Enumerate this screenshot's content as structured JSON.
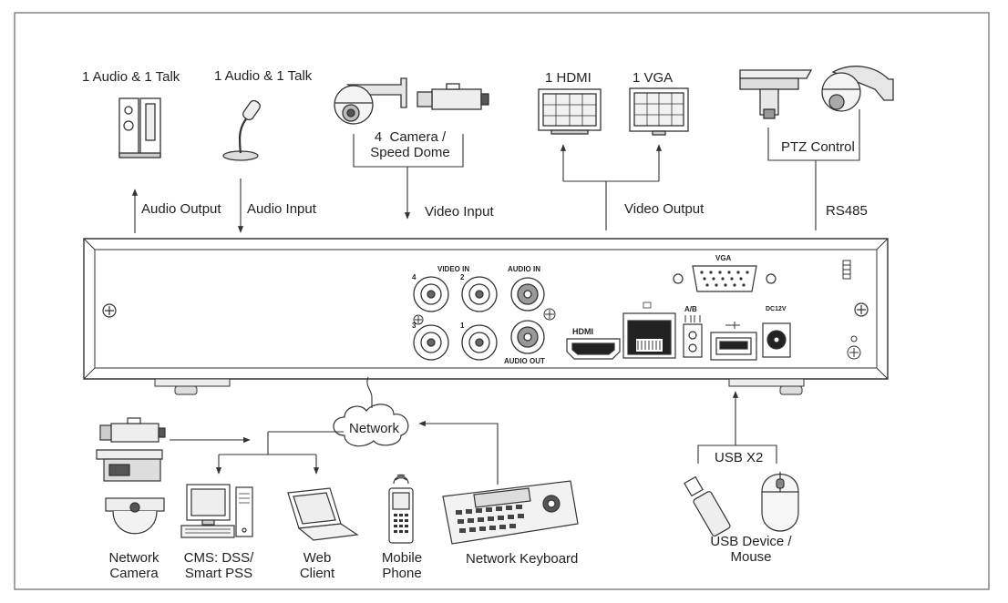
{
  "top": {
    "audio_output_device": "1 Audio  & 1 Talk",
    "audio_input_device": "1 Audio & 1 Talk",
    "camera_label": "4  Camera /\nSpeed Dome",
    "hdmi_label": "1 HDMI",
    "vga_label": "1 VGA",
    "ptz_label": "PTZ Control",
    "audio_output": "Audio  Output",
    "audio_input": "Audio  Input",
    "video_input": "Video Input",
    "video_output": "Video Output",
    "rs485": "RS485"
  },
  "panel": {
    "video_in": "VIDEO IN",
    "audio_in": "AUDIO IN",
    "audio_out": "AUDIO OUT",
    "hdmi": "HDMI",
    "vga": "VGA",
    "ab": "A/B",
    "dc": "DC12V",
    "bnc_numbers": [
      "4",
      "2",
      "3",
      "1"
    ]
  },
  "bottom": {
    "network": "Network",
    "network_camera": "Network\nCamera",
    "cms": "CMS: DSS/\nSmart PSS",
    "web_client": "Web\nClient",
    "mobile_phone": "Mobile\nPhone",
    "network_keyboard": "Network Keyboard",
    "usb_x2": "USB X2",
    "usb_device": "USB Device /\nMouse"
  }
}
